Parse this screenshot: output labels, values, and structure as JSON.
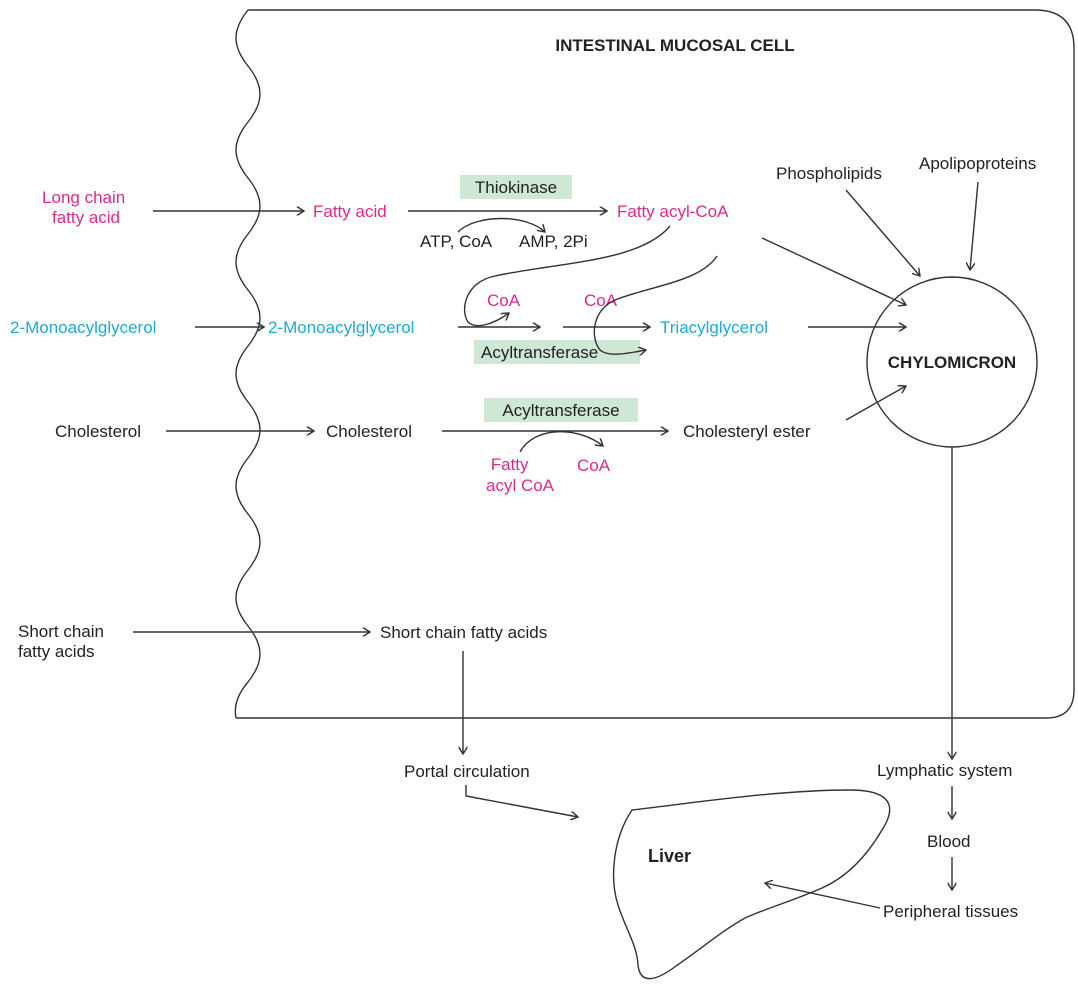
{
  "cell_title": "INTESTINAL MUCOSAL CELL",
  "chylomicron_label": "CHYLOMICRON",
  "liver_label": "Liver",
  "colors": {
    "pink": "#e0288a",
    "blue": "#1fa9dc",
    "text": "#222222",
    "enzyme_fill": "#cfe8d5"
  },
  "lipid_inputs": {
    "long_chain_fa": [
      "Long chain",
      "fatty acid"
    ],
    "mag": "2-Monoacylglycerol",
    "cholesterol": "Cholesterol",
    "short_chain_fa": [
      "Short chain",
      "fatty acids"
    ]
  },
  "intracellular": {
    "fatty_acid": "Fatty acid",
    "fatty_acyl_coa": "Fatty acyl-CoA",
    "mag": "2-Monoacylglycerol",
    "triacylglycerol": "Triacylglycerol",
    "cholesterol": "Cholesterol",
    "cholesteryl_ester": "Cholesteryl ester",
    "short_chain_fa": "Short chain fatty acids"
  },
  "enzymes": {
    "thiokinase": "Thiokinase",
    "acyltransferase_tag": "Acyltransferase",
    "acyltransferase_ce": "Acyltransferase"
  },
  "cofactors": {
    "atp_coa": "ATP, CoA",
    "amp_2pi": "AMP, 2Pi",
    "coa_1": "CoA",
    "coa_2": "CoA",
    "fatty_acyl_coa": [
      "Fatty",
      "acyl CoA"
    ],
    "coa_3": "CoA"
  },
  "chylomicron_inputs": {
    "phospholipids": "Phospholipids",
    "apolipoproteins": "Apolipoproteins"
  },
  "circulation": {
    "portal": "Portal circulation",
    "lymphatic": "Lymphatic system",
    "blood": "Blood",
    "peripheral": "Peripheral tissues"
  }
}
